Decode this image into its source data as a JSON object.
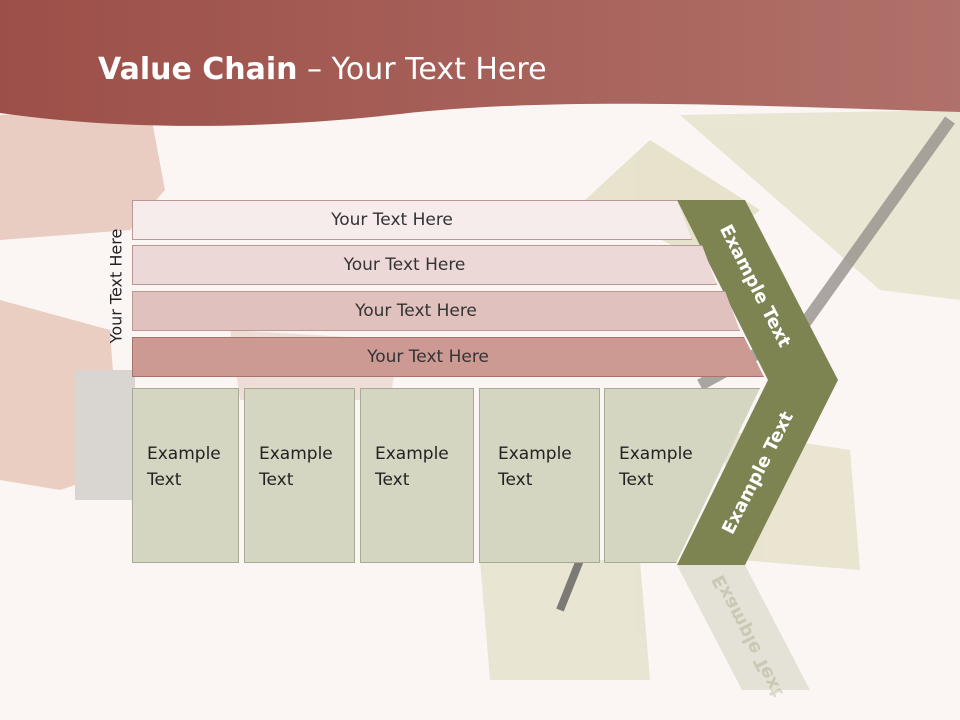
{
  "slide": {
    "title_bold": "Value Chain",
    "title_rest": " – Your Text Here",
    "side_label": "Your Text Here"
  },
  "bars": [
    {
      "label": "Your Text Here",
      "fill": "#f5eceb"
    },
    {
      "label": "Your Text Here",
      "fill": "#ecd9d7"
    },
    {
      "label": "Your Text Here",
      "fill": "#e1c1bd"
    },
    {
      "label": "Your Text Here",
      "fill": "#cd9993"
    }
  ],
  "boxes": [
    {
      "line1": "Example",
      "line2": "Text"
    },
    {
      "line1": "Example",
      "line2": "Text"
    },
    {
      "line1": "Example",
      "line2": "Text"
    },
    {
      "line1": "Example",
      "line2": "Text"
    },
    {
      "line1": "Example",
      "line2": "Text"
    }
  ],
  "chevron": {
    "top_label": "Example Text",
    "bottom_label": "Example Text",
    "color": "#7d8452"
  },
  "colors": {
    "header": "#a45a52",
    "box_fill": "#d5d6c2"
  }
}
